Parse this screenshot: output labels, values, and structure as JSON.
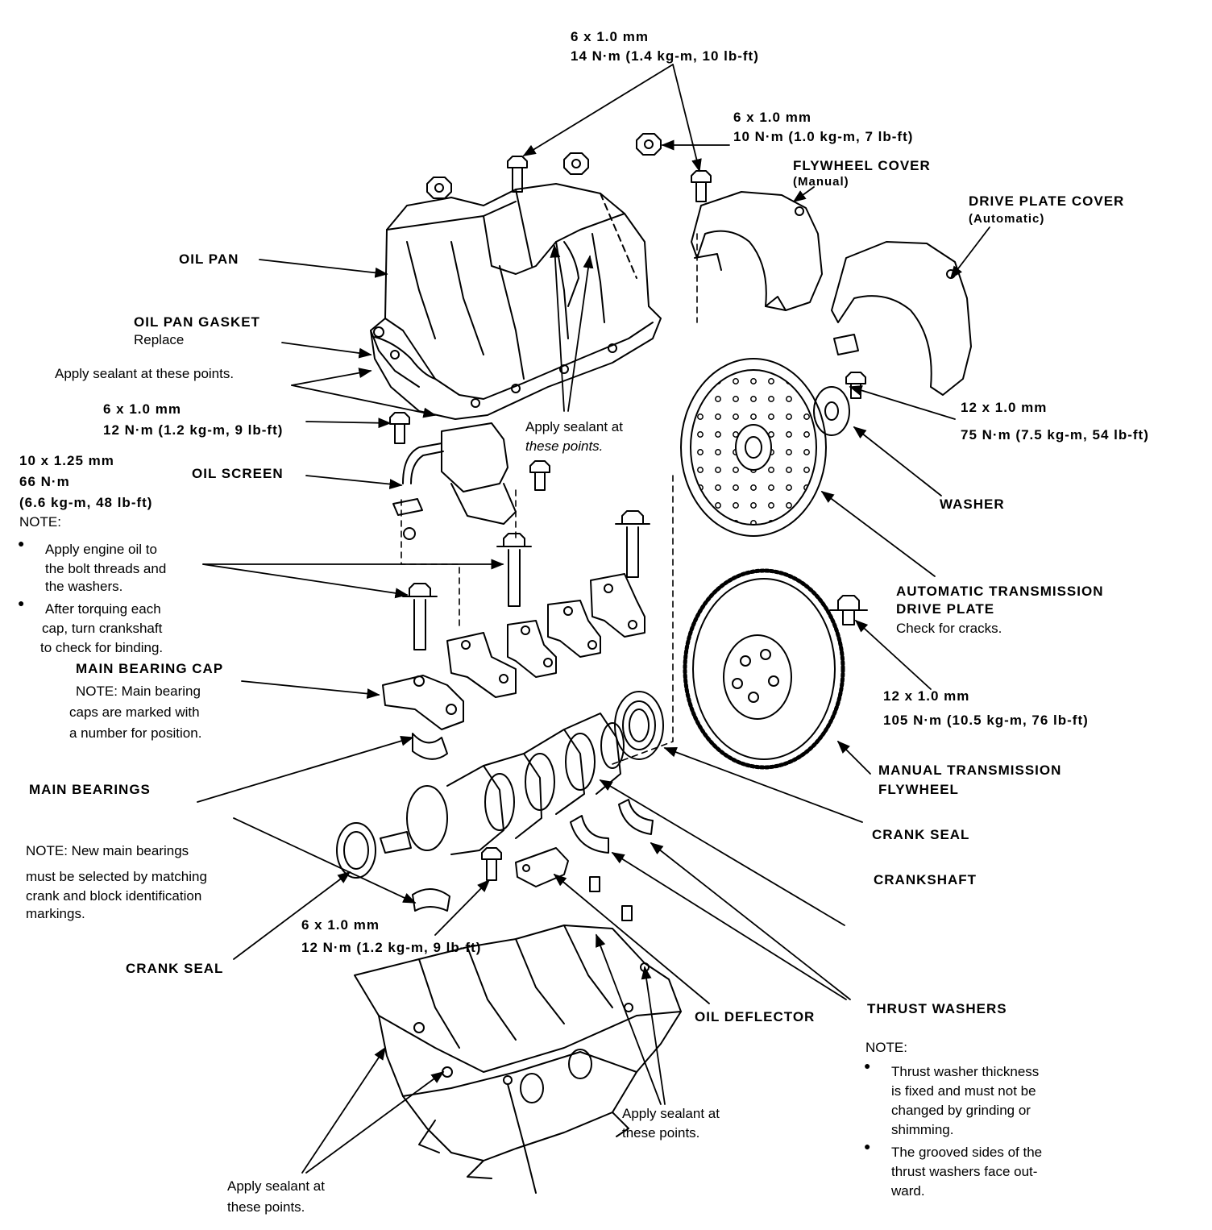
{
  "labels": {
    "top_bolt_spec_1": "6 x 1.0 mm",
    "top_bolt_spec_2": "14 N·m (1.4 kg-m, 10 lb-ft)",
    "cover_bolt_spec_1": "6 x 1.0 mm",
    "cover_bolt_spec_2": "10 N·m (1.0 kg-m, 7 lb-ft)",
    "flywheel_cover": "FLYWHEEL COVER",
    "flywheel_cover_note": "(Manual)",
    "drive_plate_cover": "DRIVE PLATE COVER",
    "drive_plate_cover_note": "(Automatic)",
    "oil_pan": "OIL PAN",
    "oil_pan_gasket": "OIL PAN GASKET",
    "oil_pan_gasket_note": "Replace",
    "apply_sealant_1": "Apply sealant at these points.",
    "pan_bolt_spec_1": "6 x 1.0 mm",
    "pan_bolt_spec_2": "12 N·m (1.2 kg-m, 9 lb-ft)",
    "apply_sealant_2a": "Apply sealant at",
    "apply_sealant_2b": "these points.",
    "drive_plate_bolt_spec_1": "12 x 1.0 mm",
    "drive_plate_bolt_spec_2": "75 N·m (7.5 kg-m, 54 lb-ft)",
    "main_bolt_spec_1": "10 x 1.25 mm",
    "main_bolt_spec_2": "66 N·m",
    "main_bolt_spec_3": "(6.6 kg-m, 48 lb-ft)",
    "oil_screen": "OIL SCREEN",
    "washer": "WASHER",
    "note": "NOTE:",
    "bolt_note_1a": "Apply engine oil to",
    "bolt_note_1b": "the bolt threads and",
    "bolt_note_1c": "the washers.",
    "bolt_note_2a": "After torquing each",
    "bolt_note_2b": "cap, turn crankshaft",
    "bolt_note_2c": "to check for binding.",
    "auto_drive_plate_1": "AUTOMATIC TRANSMISSION",
    "auto_drive_plate_2": "DRIVE PLATE",
    "auto_drive_plate_note": "Check for cracks.",
    "main_bearing_cap": "MAIN BEARING CAP",
    "main_cap_note_1": "NOTE: Main bearing",
    "main_cap_note_2": "caps are marked with",
    "main_cap_note_3": "a number for position.",
    "flywheel_bolt_spec_1": "12 x 1.0 mm",
    "flywheel_bolt_spec_2": "105 N·m (10.5 kg-m, 76 lb-ft)",
    "manual_flywheel_1": "MANUAL TRANSMISSION",
    "manual_flywheel_2": "FLYWHEEL",
    "main_bearings": "MAIN BEARINGS",
    "crank_seal_right": "CRANK SEAL",
    "bearings_note_1": "NOTE: New main bearings",
    "bearings_note_2": "must be selected by matching",
    "bearings_note_3": "crank and block identification",
    "bearings_note_4": "markings.",
    "crankshaft": "CRANKSHAFT",
    "deflector_bolt_spec_1": "6 x 1.0 mm",
    "deflector_bolt_spec_2": "12 N·m (1.2 kg-m, 9 lb-ft)",
    "crank_seal_left": "CRANK SEAL",
    "oil_deflector": "OIL DEFLECTOR",
    "thrust_washers": "THRUST WASHERS",
    "thrust_note_1a": "Thrust washer thickness",
    "thrust_note_1b": "is fixed and must not be",
    "thrust_note_1c": "changed by grinding or",
    "thrust_note_1d": "shimming.",
    "thrust_note_2a": "The grooved sides of the",
    "thrust_note_2b": "thrust washers face out-",
    "thrust_note_2c": "ward.",
    "apply_sealant_3a": "Apply sealant at",
    "apply_sealant_3b": "these points.",
    "apply_sealant_4a": "Apply sealant at",
    "apply_sealant_4b": "these points."
  },
  "colors": {
    "ink": "#000000",
    "paper": "#ffffff"
  }
}
